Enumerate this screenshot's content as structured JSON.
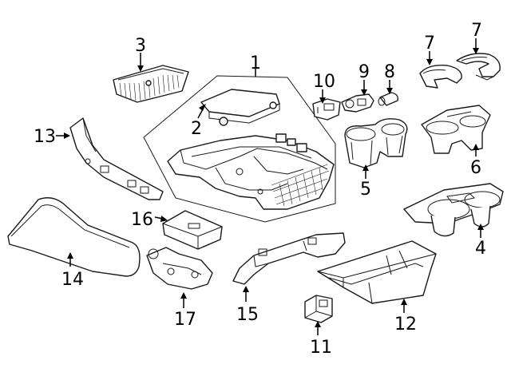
{
  "diagram": {
    "background": "#ffffff",
    "line_color": "#1a1a1a",
    "callouts": [
      "1",
      "2",
      "3",
      "4",
      "5",
      "6",
      "7",
      "7",
      "8",
      "9",
      "10",
      "11",
      "12",
      "13",
      "14",
      "15",
      "16",
      "17"
    ]
  }
}
